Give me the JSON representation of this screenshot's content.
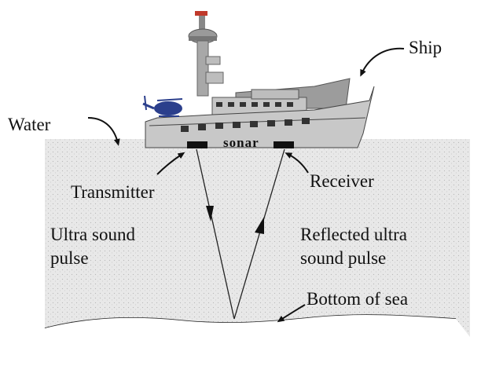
{
  "labels": {
    "ship": "Ship",
    "water": "Water",
    "sonar": "sonar",
    "transmitter": "Transmitter",
    "receiver": "Receiver",
    "pulse_line1": "Ultra sound",
    "pulse_line2": "pulse",
    "reflected_line1": "Reflected ultra",
    "reflected_line2": "sound pulse",
    "bottom": "Bottom of sea"
  },
  "colors": {
    "water_fill": "#e6e6e6",
    "ship_hull": "#c8c8c8",
    "ship_dark": "#4a4a4a",
    "helicopter": "#2b3f8c",
    "ink": "#111111"
  },
  "icons": {
    "helicopter": "helicopter-icon",
    "ship": "ship-icon"
  }
}
